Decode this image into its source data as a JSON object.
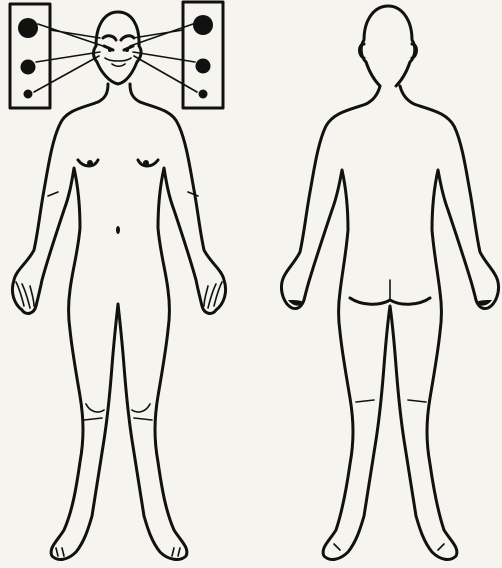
{
  "figure": {
    "background": "#f5f4ef",
    "ink": "#111111",
    "views": [
      "front-view",
      "back-view"
    ],
    "speakers": [
      {
        "side": "left",
        "cones": 3
      },
      {
        "side": "right",
        "cones": 3
      }
    ]
  }
}
